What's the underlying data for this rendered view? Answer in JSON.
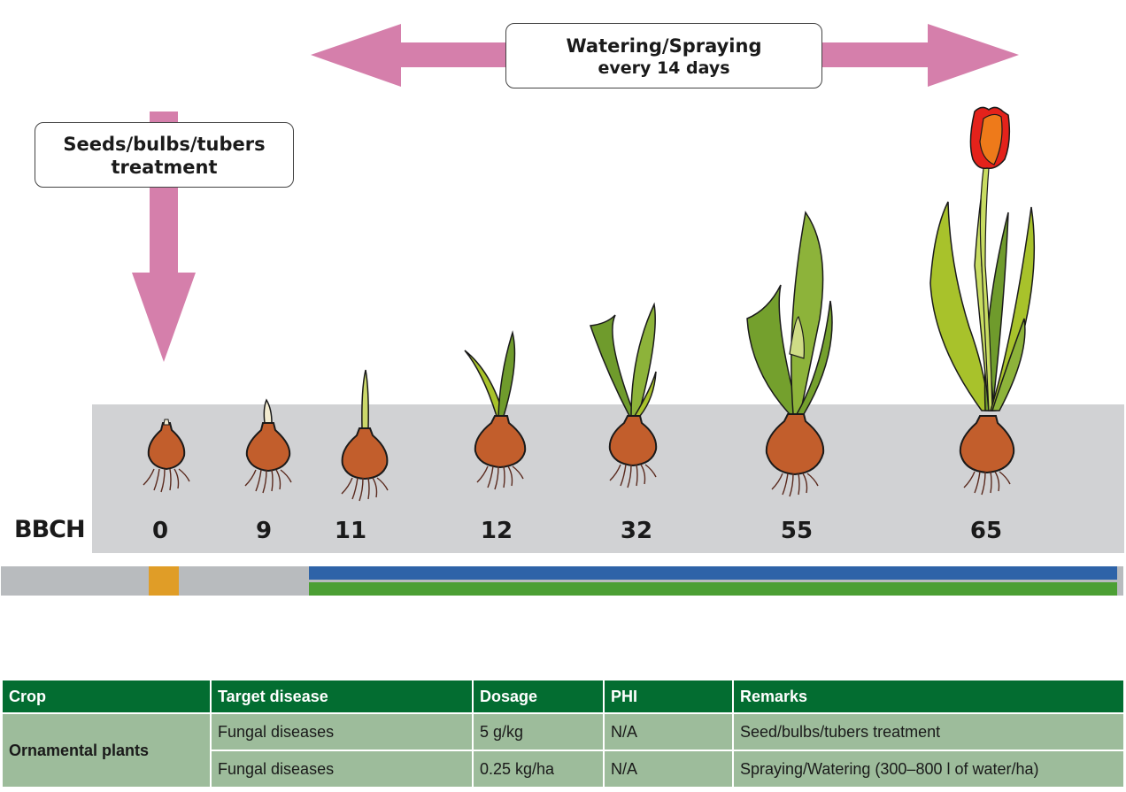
{
  "callouts": {
    "watering": {
      "line1": "Watering/Spraying",
      "line2": "every 14 days"
    },
    "treatment": {
      "line1": "Seeds/bulbs/tubers",
      "line2": "treatment"
    }
  },
  "colors": {
    "arrow": "#d57fab",
    "soil": "#d1d2d4",
    "track_grey": "#b8bbbe",
    "seed_treatment_marker": "#e09d27",
    "watering_bar": "#2e63a8",
    "spraying_bar": "#4c9f34",
    "table_header": "#036d31",
    "table_cell": "#9dbc9b",
    "bulb": "#c25e2c",
    "leaf_light": "#a8c22b",
    "leaf_dark": "#6f9b2c",
    "flower_red": "#e4221b",
    "flower_orange": "#ee7a1a"
  },
  "bbch": {
    "label": "BBCH",
    "stages": [
      {
        "code": "0",
        "description": "dry bulb"
      },
      {
        "code": "9",
        "description": "sprout emerging"
      },
      {
        "code": "11",
        "description": "shoot"
      },
      {
        "code": "12",
        "description": "two leaves"
      },
      {
        "code": "32",
        "description": "leaves unfolding"
      },
      {
        "code": "55",
        "description": "bud visible"
      },
      {
        "code": "65",
        "description": "flowering"
      }
    ]
  },
  "timeline_bars": [
    {
      "name": "seed-treatment",
      "from_stage": "0",
      "to_stage": "0"
    },
    {
      "name": "watering",
      "from_stage": "11",
      "to_stage": "65+"
    },
    {
      "name": "spraying",
      "from_stage": "11",
      "to_stage": "65+"
    }
  ],
  "table": {
    "headers": [
      "Crop",
      "Target disease",
      "Dosage",
      "PHI",
      "Remarks"
    ],
    "crop": "Ornamental plants",
    "rows": [
      {
        "target": "Fungal diseases",
        "dosage": "5 g/kg",
        "phi": "N/A",
        "remarks": "Seed/bulbs/tubers treatment"
      },
      {
        "target": "Fungal diseases",
        "dosage": "0.25 kg/ha",
        "phi": "N/A",
        "remarks": "Spraying/Watering (300–800 l of water/ha)"
      }
    ]
  }
}
